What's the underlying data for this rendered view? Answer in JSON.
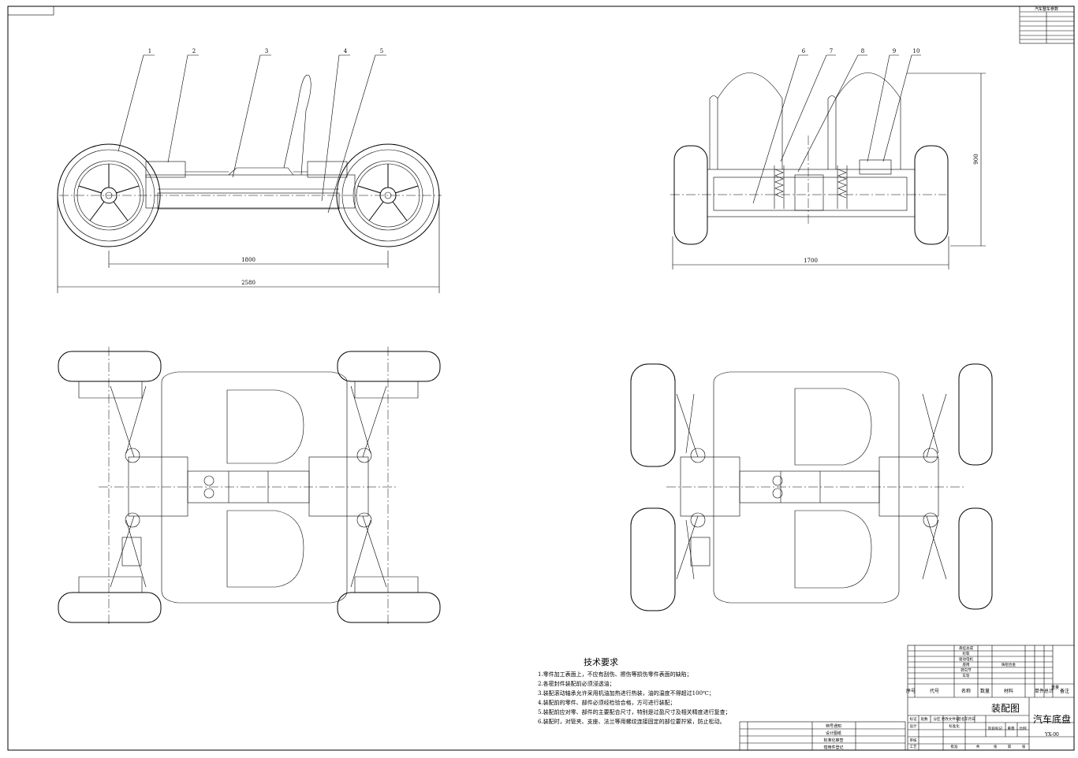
{
  "part_leaders": [
    "1",
    "2",
    "3",
    "4",
    "5",
    "6",
    "7",
    "8",
    "9",
    "10"
  ],
  "dimensions": {
    "wheelbase": "1800",
    "overall_length": "2580",
    "overall_width": "1700",
    "height": "900"
  },
  "tech_requirements": {
    "title": "技术要求",
    "items": [
      "1.零件加工表面上，不应有刮伤、擦伤等损伤零件表面的缺陷；",
      "2.各密封件装配前必须浸透油；",
      "3.装配滚动轴承允许采用机油加热进行热装，油的温度不得超过100℃；",
      "4.装配前的零件、部件必须经检验合格，方可进行装配；",
      "5.装配前应对零、部件的主要配合尺寸，特别是过盈尺寸及相关精度进行复查；",
      "6.装配时，对管夹、支座、法兰等用螺纹连接固定的部位要拧紧，防止松动。"
    ]
  },
  "top_right_table": {
    "title": "汽车整车参数"
  },
  "bom": {
    "rows": [
      [
        "",
        "",
        "悬挂总成",
        "",
        "",
        "",
        ""
      ],
      [
        "",
        "",
        "轮毂",
        "",
        "",
        "",
        ""
      ],
      [
        "",
        "",
        "驱动电机",
        "",
        "",
        "",
        ""
      ],
      [
        "",
        "",
        "座椅",
        "",
        "铸铝合金",
        "",
        ""
      ],
      [
        "",
        "",
        "转向节",
        "",
        "",
        "",
        ""
      ],
      [
        "",
        "",
        "车架",
        "",
        "",
        "",
        ""
      ]
    ],
    "headers": [
      "序号",
      "代号",
      "名称",
      "数量",
      "材料",
      "单件",
      "总计",
      "备注"
    ],
    "weight_label": "重量"
  },
  "title_block": {
    "drawing_type": "装配图",
    "drawing_name": "汽车底盘",
    "drawing_no": "YX-00",
    "labels": [
      "标记",
      "处数",
      "分区",
      "更改文件号",
      "签名",
      "年月日",
      "设计",
      "标准化",
      "阶段标记",
      "重量",
      "比例",
      "审核",
      "工艺",
      "批准",
      "共",
      "张",
      "第",
      "张"
    ]
  },
  "lower_left_table": {
    "rows": [
      "档号通知",
      "设计图纸",
      "标准化审查",
      "借用件登记"
    ]
  }
}
